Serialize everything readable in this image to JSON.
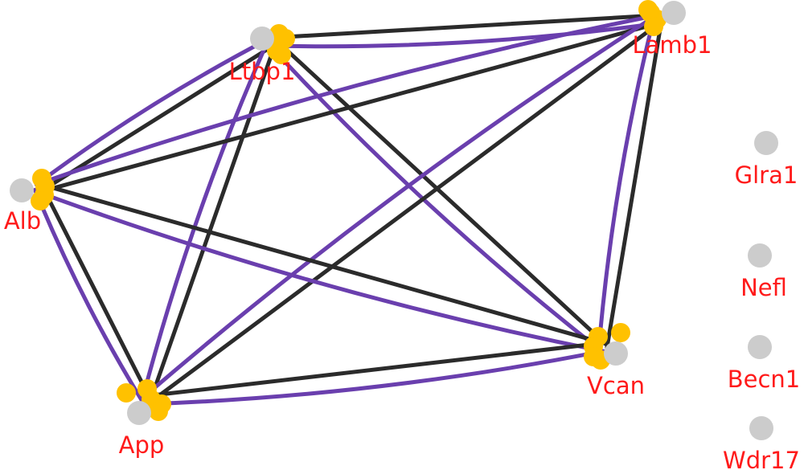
{
  "colors": {
    "edge_dark": "#2b2b2b",
    "edge_purple": "#6a3fae",
    "node_gray": "#cccccc",
    "node_yellow": "#ffc100",
    "label": "#ff1a1a",
    "background": "#ffffff"
  },
  "nodes": [
    {
      "id": "Ltbp1",
      "label": "Ltbp1",
      "connected": true
    },
    {
      "id": "Lamb1",
      "label": "Lamb1",
      "connected": true
    },
    {
      "id": "Alb",
      "label": "Alb",
      "connected": true
    },
    {
      "id": "App",
      "label": "App",
      "connected": true
    },
    {
      "id": "Vcan",
      "label": "Vcan",
      "connected": true
    },
    {
      "id": "Glra1",
      "label": "Glra1",
      "connected": false
    },
    {
      "id": "Nefl",
      "label": "Nefl",
      "connected": false
    },
    {
      "id": "Becn1",
      "label": "Becn1",
      "connected": false
    },
    {
      "id": "Wdr17",
      "label": "Wdr17",
      "connected": false
    }
  ],
  "edges": [
    {
      "source": "Ltbp1",
      "target": "Lamb1"
    },
    {
      "source": "Ltbp1",
      "target": "Alb"
    },
    {
      "source": "Ltbp1",
      "target": "App"
    },
    {
      "source": "Ltbp1",
      "target": "Vcan"
    },
    {
      "source": "Lamb1",
      "target": "Alb"
    },
    {
      "source": "Lamb1",
      "target": "App"
    },
    {
      "source": "Lamb1",
      "target": "Vcan"
    },
    {
      "source": "Alb",
      "target": "App"
    },
    {
      "source": "Alb",
      "target": "Vcan"
    },
    {
      "source": "App",
      "target": "Vcan"
    }
  ]
}
